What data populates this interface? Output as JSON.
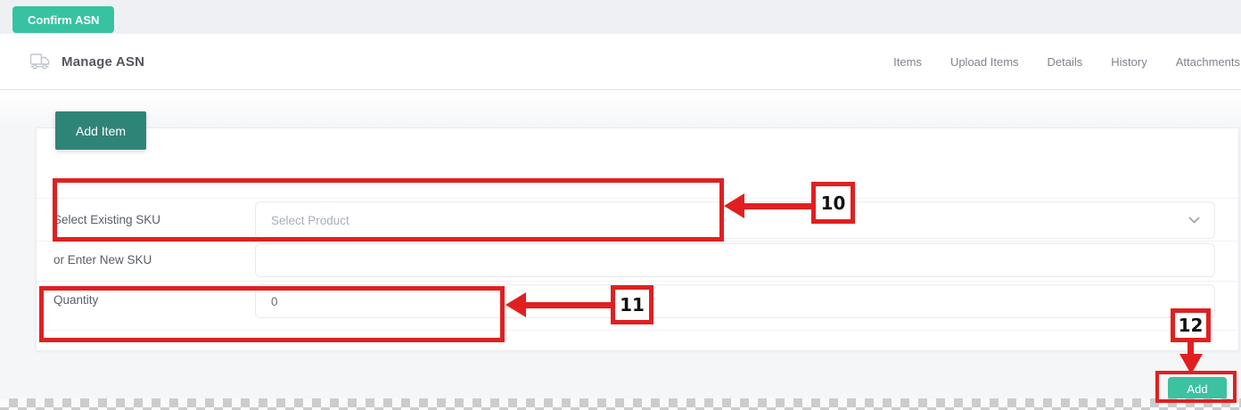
{
  "toolbar": {
    "confirm_button": "Confirm ASN"
  },
  "header": {
    "title": "Manage ASN",
    "tabs": [
      {
        "label": "Items"
      },
      {
        "label": "Upload Items"
      },
      {
        "label": "Details"
      },
      {
        "label": "History"
      },
      {
        "label": "Attachments"
      }
    ]
  },
  "form": {
    "add_item_button": "Add Item",
    "rows": [
      {
        "label": "Select Existing SKU",
        "placeholder": "Select Product",
        "type": "select"
      },
      {
        "label": "or Enter New SKU",
        "value": "",
        "type": "text"
      },
      {
        "label": "Quantity",
        "value": "0",
        "type": "text"
      }
    ],
    "add_button": "Add"
  },
  "annotations": {
    "step10": "10",
    "step11": "11",
    "step12": "12"
  },
  "icons": {
    "truck": "truck-icon",
    "chevron": "chevron-down-icon"
  },
  "colors": {
    "accent_teal": "#3cc1a1",
    "dark_teal": "#2f8478",
    "annotation_red": "#e02020",
    "page_bg": "#f5f6f8",
    "top_strip_bg": "#eef0f4"
  }
}
